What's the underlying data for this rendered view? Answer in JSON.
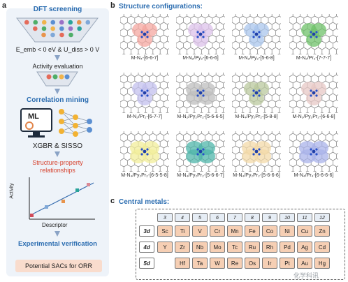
{
  "panel_labels": {
    "a": "a",
    "b": "b",
    "c": "c"
  },
  "panel_a": {
    "title": "DFT screening",
    "formula": "E_emb < 0 eV & U_diss > 0 V",
    "activity_eval": "Activity evaluation",
    "correlation": "Correlation mining",
    "ml_label": "ML",
    "method": "XGBR & SISSO",
    "relationship_line1": "Structure-property",
    "relationship_line2": "relationships",
    "y_axis": "Activity",
    "x_axis": "Descriptor",
    "verification": "Experimental verification",
    "result": "Potential SACs for ORR"
  },
  "panel_b": {
    "title": "Structure configurations:",
    "captions": [
      "M-N₄-[6-6-7]",
      "M-N₂/Py₂-[6-6-6]",
      "M-N₂/Py₂-[5-6-8]",
      "M-N₂/Pr₂-[7-7-7]",
      "M-N₂/Pr₂-[6-7-7]",
      "M-N₂/Py₂Pr₂-[5-6-6-5]",
      "M-N₄/Py₂Pr₂-[5-8-8]",
      "M-N₂/Py₂Pr₂-[6-6-8]",
      "M-N₄/Py₂Pr₂-[6-5-5-8]",
      "M-N₄/Py₂Pr₂-[5-6-6-7]",
      "M-N₄/Py₂Pr₂-[5-6-6-6]",
      "M-N₄/Pr₄-[6-6-6-6]"
    ],
    "blob_colors": [
      "#f4a7a0",
      "#dcc2ea",
      "#a9c6ec",
      "#6fc26a",
      "#c3c0ee",
      "#bdbdbd",
      "#b9c89e",
      "#e7c8c5",
      "#f2ee9a",
      "#4fb6aa",
      "#f3d9a8",
      "#a9b3ea"
    ]
  },
  "panel_c": {
    "title": "Central metals:",
    "group_numbers": [
      "3",
      "4",
      "5",
      "6",
      "7",
      "8",
      "9",
      "10",
      "11",
      "12"
    ],
    "rows": [
      {
        "label": "3d",
        "elements": [
          "Sc",
          "Ti",
          "V",
          "Cr",
          "Mn",
          "Fe",
          "Co",
          "Ni",
          "Cu",
          "Zn"
        ]
      },
      {
        "label": "4d",
        "elements": [
          "Y",
          "Zr",
          "Nb",
          "Mo",
          "Tc",
          "Ru",
          "Rh",
          "Pd",
          "Ag",
          "Cd"
        ]
      },
      {
        "label": "5d",
        "elements": [
          "",
          "Hf",
          "Ta",
          "W",
          "Re",
          "Os",
          "Ir",
          "Pt",
          "Au",
          "Hg"
        ]
      }
    ],
    "watermark": "化学科讯"
  },
  "colors": {
    "accent_blue": "#2a6cb0",
    "accent_red": "#d6402c",
    "cell_fill": "#f6cfb4"
  }
}
